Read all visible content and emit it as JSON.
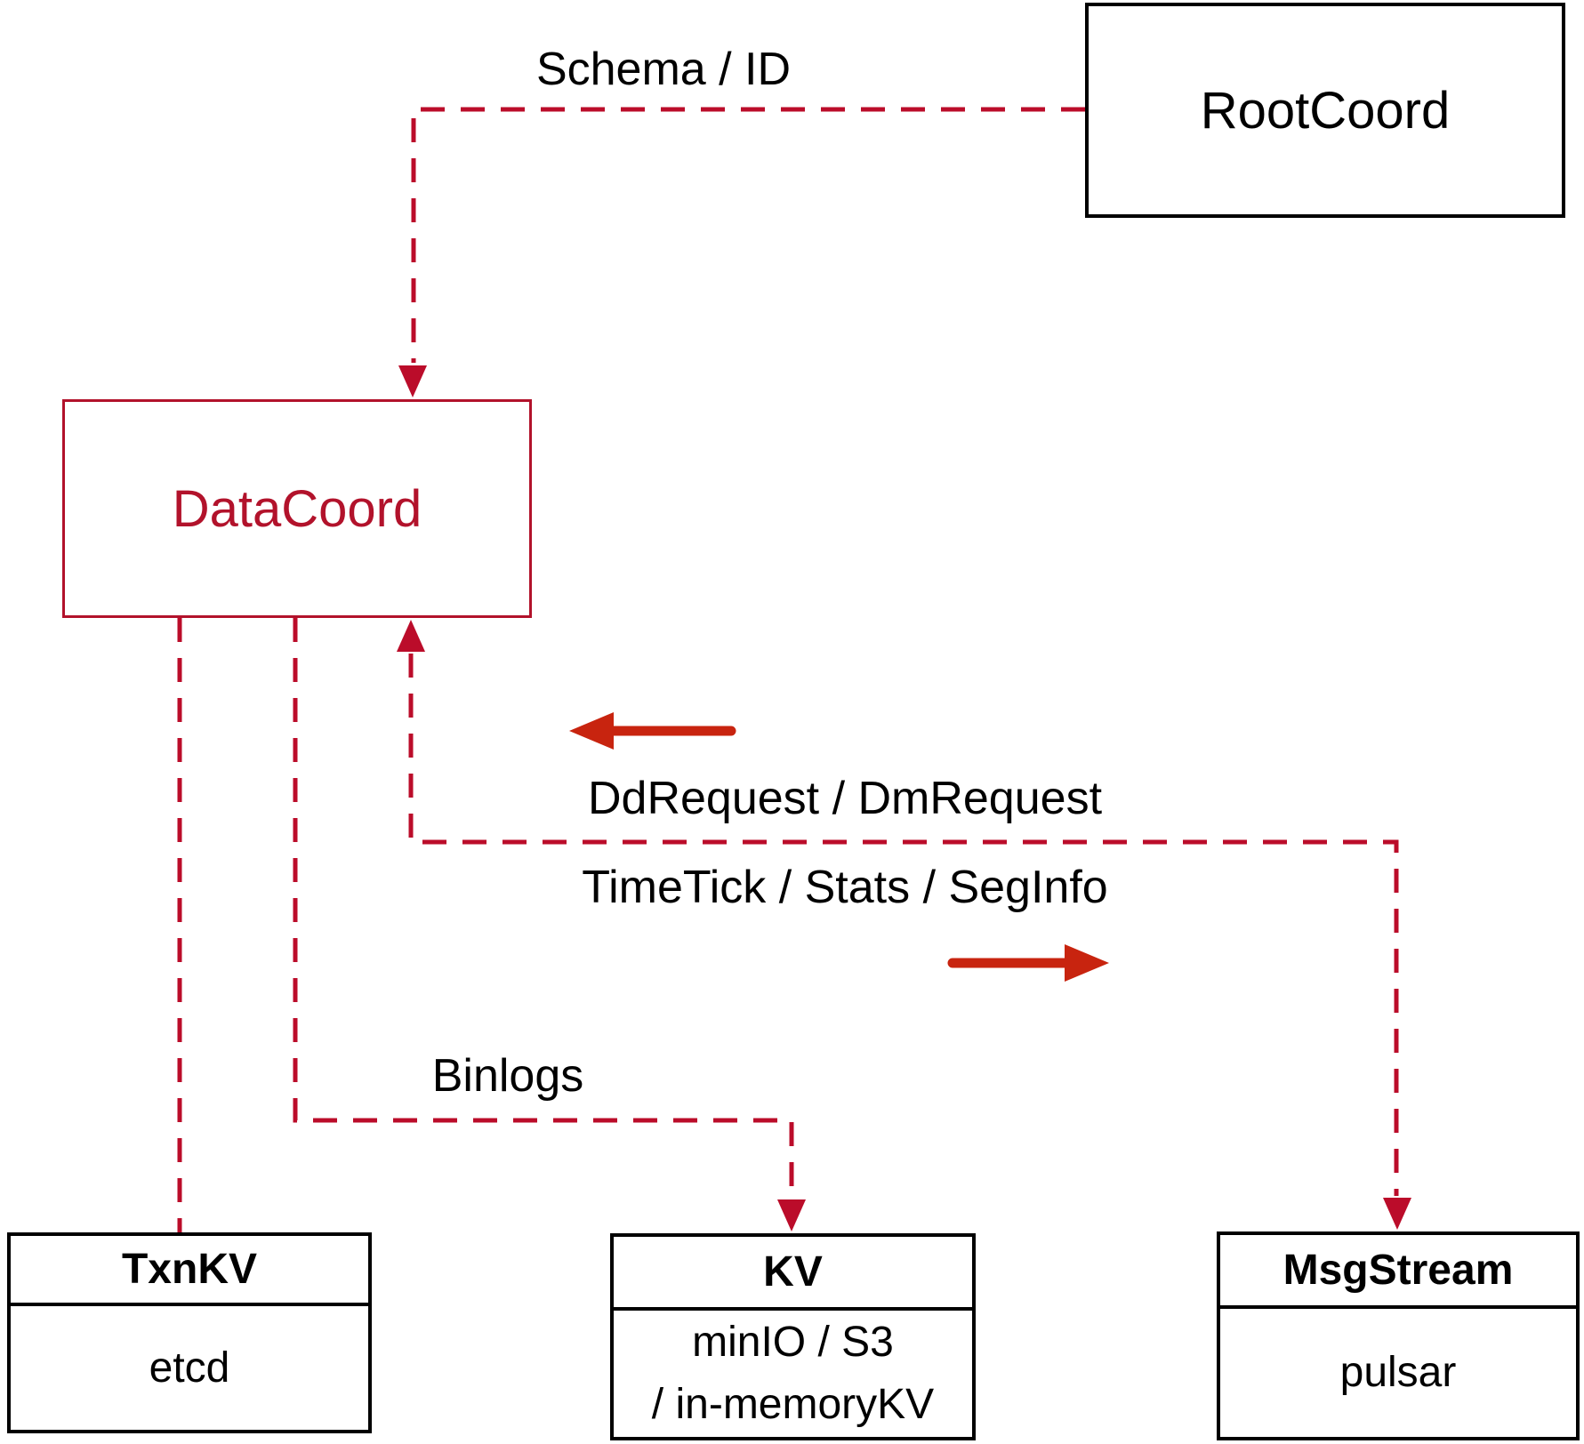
{
  "title": "DataCoord architecture diagram",
  "colors": {
    "crimson_dashed": "#bb0c2a",
    "datacoord_red": "#b2122b",
    "solid_arrow_red": "#c8240f",
    "ink": "#000000"
  },
  "nodes": {
    "rootcoord": {
      "label": "RootCoord"
    },
    "datacoord": {
      "label": "DataCoord"
    },
    "txnkv": {
      "title": "TxnKV",
      "body": "etcd"
    },
    "kv": {
      "title": "KV",
      "body_line1": "minIO / S3",
      "body_line2": "/ in-memoryKV"
    },
    "msgstream": {
      "title": "MsgStream",
      "body": "pulsar"
    }
  },
  "edges": {
    "schema_id": {
      "label": "Schema / ID"
    },
    "dd_dm_request": {
      "label": "DdRequest / DmRequest"
    },
    "timetick_stats_seginfo": {
      "label": "TimeTick / Stats / SegInfo"
    },
    "binlogs": {
      "label": "Binlogs"
    }
  }
}
